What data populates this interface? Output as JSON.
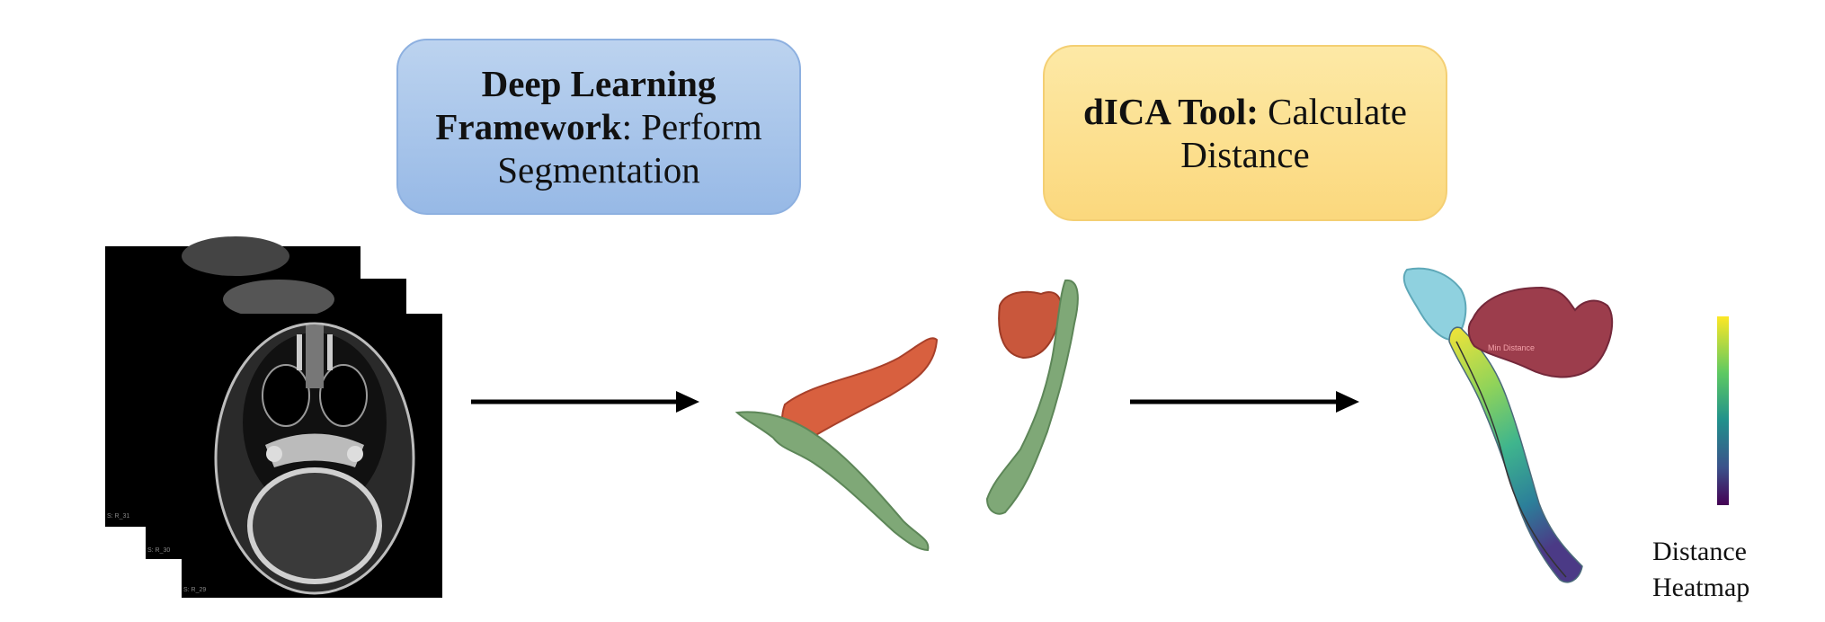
{
  "box_segmentation": {
    "bold": "Deep Learning",
    "bold2": "Framework",
    "rest": ": Perform",
    "line3": "Segmentation"
  },
  "box_distance": {
    "bold": "dICA Tool:",
    "rest": " Calculate",
    "line2": "Distance"
  },
  "overlay_label": "Min Distance",
  "colorbar": {
    "label_line1": "Distance",
    "label_line2": "Heatmap",
    "colors": [
      "#fde725",
      "#5ec962",
      "#21918c",
      "#3b528b",
      "#440154"
    ]
  }
}
